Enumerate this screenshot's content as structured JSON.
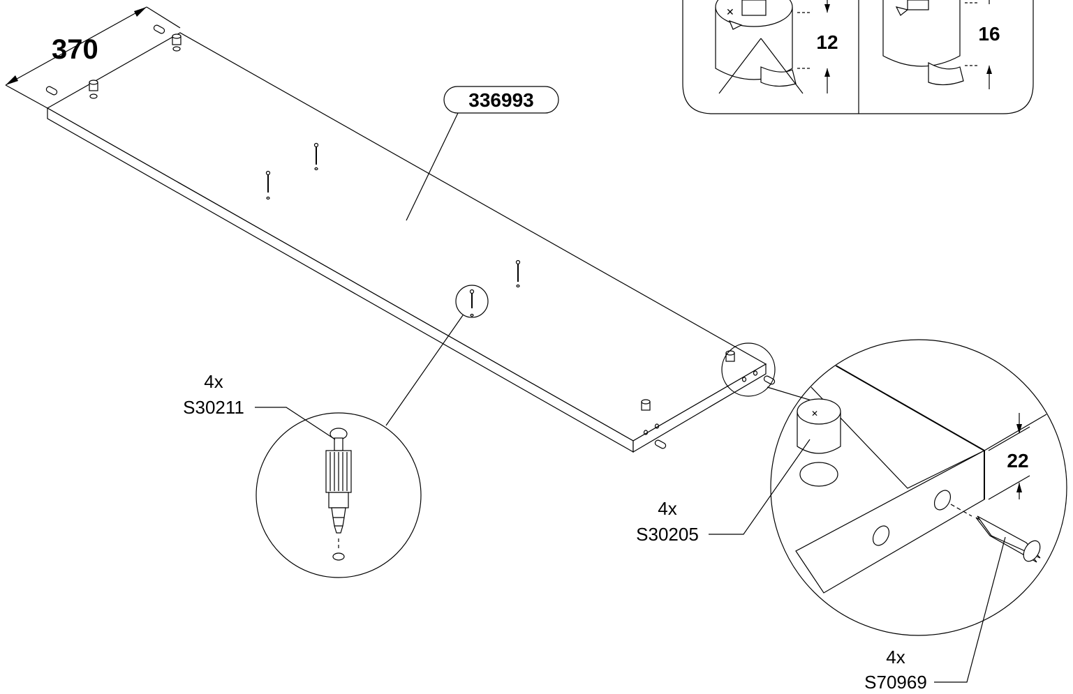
{
  "diagram": {
    "panel_part_number": "336993",
    "width_dimension": "370",
    "thickness_dimension": "22",
    "cam_depth_small": "12",
    "cam_depth_large": "16",
    "callouts": [
      {
        "quantity": "4x",
        "part_code": "S30211",
        "icon": "cam-bolt-icon"
      },
      {
        "quantity": "4x",
        "part_code": "S30205",
        "icon": "cam-lock-icon"
      },
      {
        "quantity": "4x",
        "part_code": "S70969",
        "icon": "wooden-dowel-icon"
      }
    ]
  }
}
